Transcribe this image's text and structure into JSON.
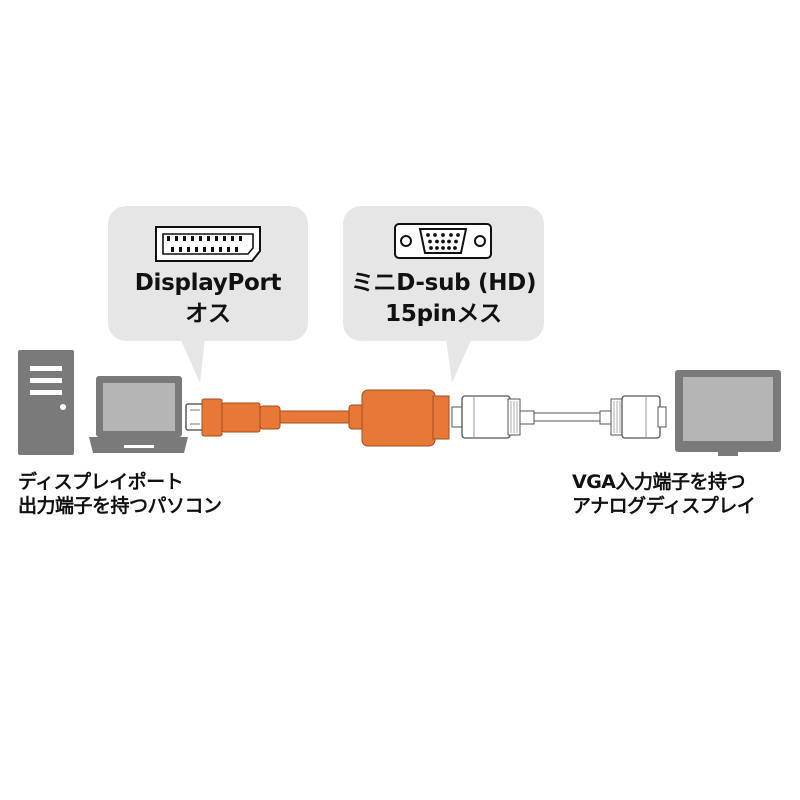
{
  "dp_bubble": {
    "line1": "DisplayPort",
    "line2": "オス"
  },
  "vga_bubble": {
    "line1": "ミニD-sub (HD)",
    "line2": "15pinメス"
  },
  "pc_caption": {
    "line1": "ディスプレイポート",
    "line2": "出力端子を持つパソコン"
  },
  "display_caption": {
    "line1": "VGA入力端子を持つ",
    "line2": "アナログディスプレイ"
  },
  "colors": {
    "bubble": "#e6e6e6",
    "adapter": "#e87838",
    "device": "#7a7a7a"
  }
}
